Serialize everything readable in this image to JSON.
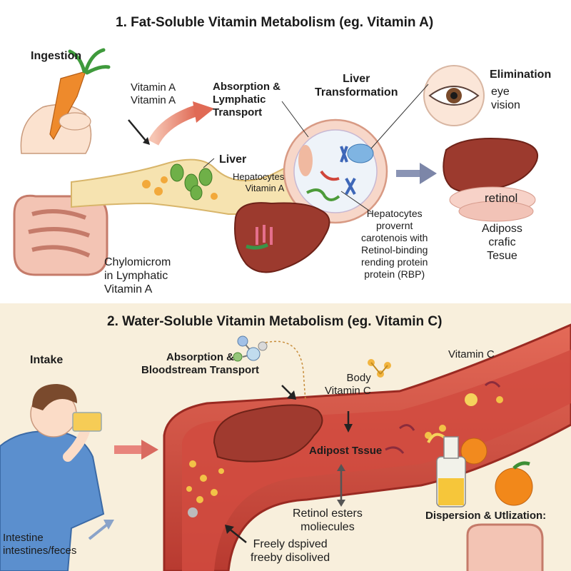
{
  "section1": {
    "title": "1. Fat-Soluble Vitamin Metabolism (eg. Vitamin A)",
    "ingestion": "Ingestion",
    "vitamin_a_top": "Vitamin A\nVitamin A",
    "absorption": "Absorption &\nLymphatic\nTransport",
    "liver_transformation": "Liver\nTransformation",
    "elimination": "Elimination",
    "eye_vision": "eye\nvision",
    "liver": "Liver",
    "hepatocytes_vitamin_a": "Hepatocytes\nVitamin A",
    "retinol": "retinol",
    "hepatocytes_note": "Hepatocytes\nprovernt\ncarotenois with\nRetinol-binding\nrending protein\nprotein (RBP)",
    "adipose": "Adiposs\ncrafic\nTesue",
    "chylomicron": "Chylomicrom\nin Lymphatic\nVitamin A"
  },
  "section2": {
    "title": "2. Water-Soluble Vitamin Metabolism (eg. Vitamin C)",
    "intake": "Intake",
    "absorption": "Absorption &\nBloodstream Transport",
    "body_vitamin_c": "Body\nVitamin C",
    "vitamin_c": "Vitamin C",
    "adipost_tissue": "Adipost Tssue",
    "retinol_esters": "Retinol esters\nmoliecules",
    "freely": "Freely dspived\nfreeby disolived",
    "dispersion": "Dispersion & Utlization:",
    "intestine": "Intestine\nintestines/feces"
  },
  "colors": {
    "top_bg": "#ffffff",
    "bottom_bg": "#f8efdc",
    "vessel": "#c83f37",
    "liver": "#9c3a2e",
    "arrow": "#e07060"
  }
}
